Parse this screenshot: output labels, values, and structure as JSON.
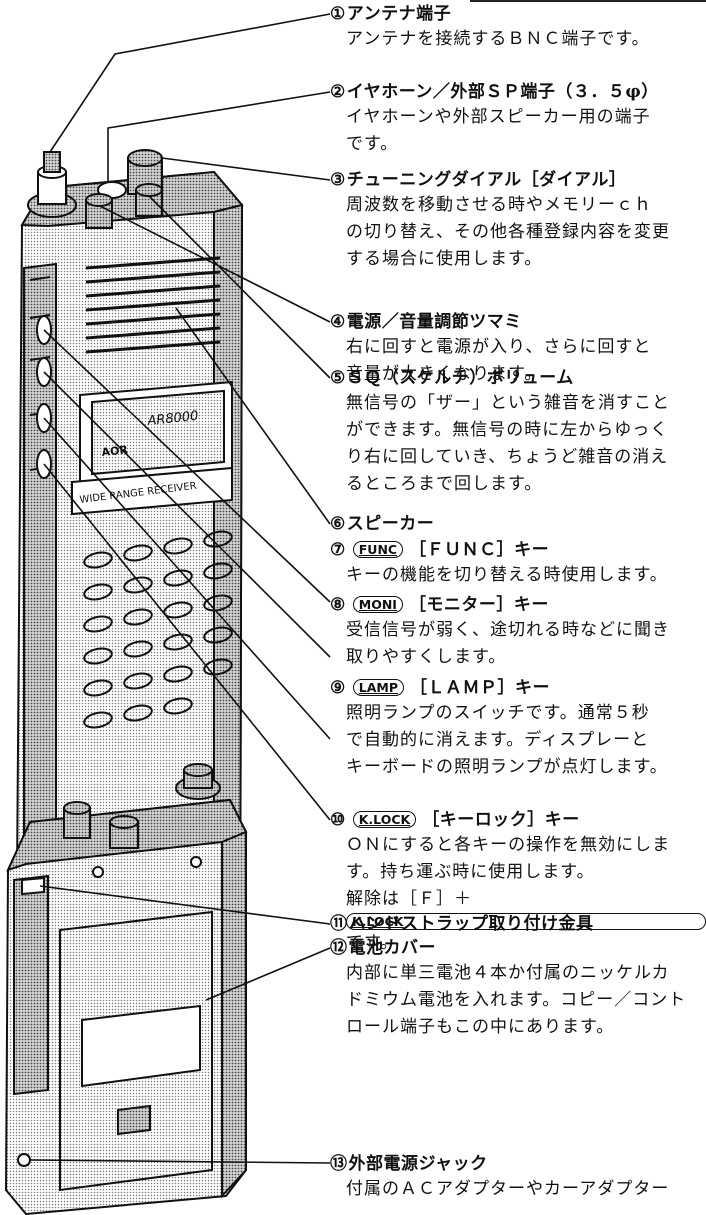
{
  "callouts": [
    {
      "num": "①",
      "title": "アンテナ端子",
      "desc": [
        "アンテナを接続するＢＮＣ端子です。"
      ]
    },
    {
      "num": "②",
      "title": "イヤホーン／外部ＳＰ端子（３．５φ）",
      "desc": [
        "イヤホーンや外部スピーカー用の端子",
        "です。"
      ]
    },
    {
      "num": "③",
      "title": "チューニングダイアル［ダイアル］",
      "desc": [
        "周波数を移動させる時やメモリーｃｈ",
        "の切り替え、その他各種登録内容を変更",
        "する場合に使用します。"
      ]
    },
    {
      "num": "④",
      "title": "電源／音量調節ツマミ",
      "desc": [
        "右に回すと電源が入り、さらに回すと",
        "音量が大きくなります。"
      ]
    },
    {
      "num": "⑤",
      "title": "ＳＱ（スケルチ）ボリューム",
      "desc": [
        "無信号の「ザー」という雑音を消すこと",
        "ができます。無信号の時に左からゆっく",
        "り右に回していき、ちょうど雑音の消え",
        "るところまで回します。"
      ]
    },
    {
      "num": "⑥",
      "title": "スピーカー",
      "desc": []
    },
    {
      "num": "⑦",
      "key": "FUNC",
      "title": "［ＦＵＮＣ］キー",
      "desc": [
        "キーの機能を切り替える時使用します。"
      ]
    },
    {
      "num": "⑧",
      "key": "MONI",
      "title": "［モニター］キー",
      "desc": [
        "受信信号が弱く、途切れる時などに聞き",
        "取りやすくします。"
      ]
    },
    {
      "num": "⑨",
      "key": "LAMP",
      "title": "［ＬＡＭＰ］キー",
      "desc": [
        "照明ランプのスイッチです。通常５秒",
        "で自動的に消えます。ディスプレーと",
        "キーボードの照明ランプが点灯します。"
      ]
    },
    {
      "num": "⑩",
      "key": "K.LOCK",
      "title": "［キーロック］キー",
      "desc": [
        "ＯＮにすると各キーの操作を無効にしま",
        "す。持ち運ぶ時に使用します。"
      ],
      "release_prefix": "解除は［Ｆ］＋",
      "release_suffix": "です。"
    },
    {
      "num": "⑪",
      "title": "ハンドストラップ取り付け金具",
      "desc": []
    },
    {
      "num": "⑫",
      "title": "電池カバー",
      "desc": [
        "内部に単三電池４本か付属のニッケルカ",
        "ドミウム電池を入れます。コピー／コント",
        "ロール端子もこの中にあります。"
      ]
    },
    {
      "num": "⑬",
      "title": "外部電源ジャック",
      "desc": [
        "付属のＡＣアダプターやカーアダプター"
      ]
    }
  ],
  "device": {
    "model_label": "AR8000",
    "brand_badge": "AOR",
    "band_label": "WIDE RANGE RECEIVER"
  }
}
